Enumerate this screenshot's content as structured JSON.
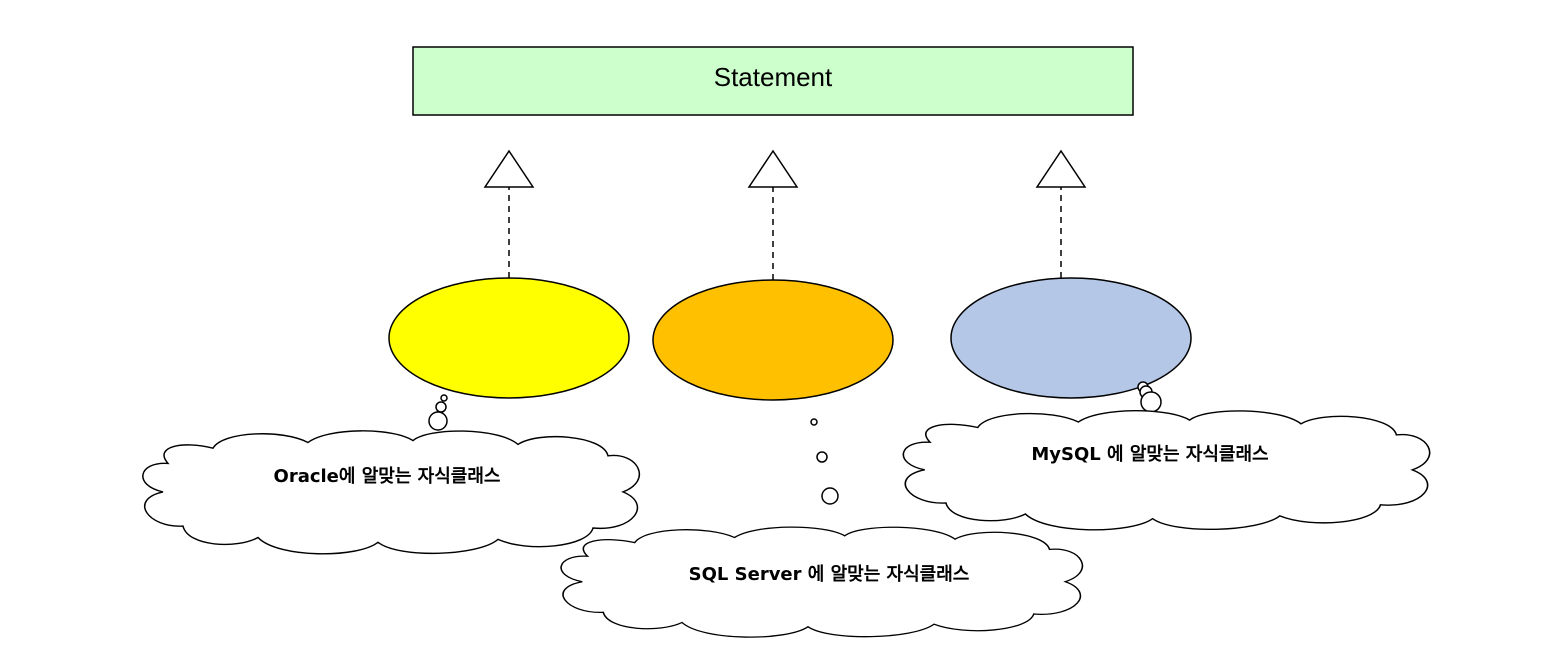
{
  "parent": {
    "label": "Statement",
    "fill": "#ccffcc"
  },
  "children": [
    {
      "id": "oracle",
      "fill": "#ffff00",
      "note": "Oracle에 알맞는 자식클래스"
    },
    {
      "id": "sqlserver",
      "fill": "#ffc000",
      "note": "SQL Server 에 알맞는 자식클래스"
    },
    {
      "id": "mysql",
      "fill": "#b4c7e7",
      "note": "MySQL 에 알맞는 자식클래스"
    }
  ]
}
